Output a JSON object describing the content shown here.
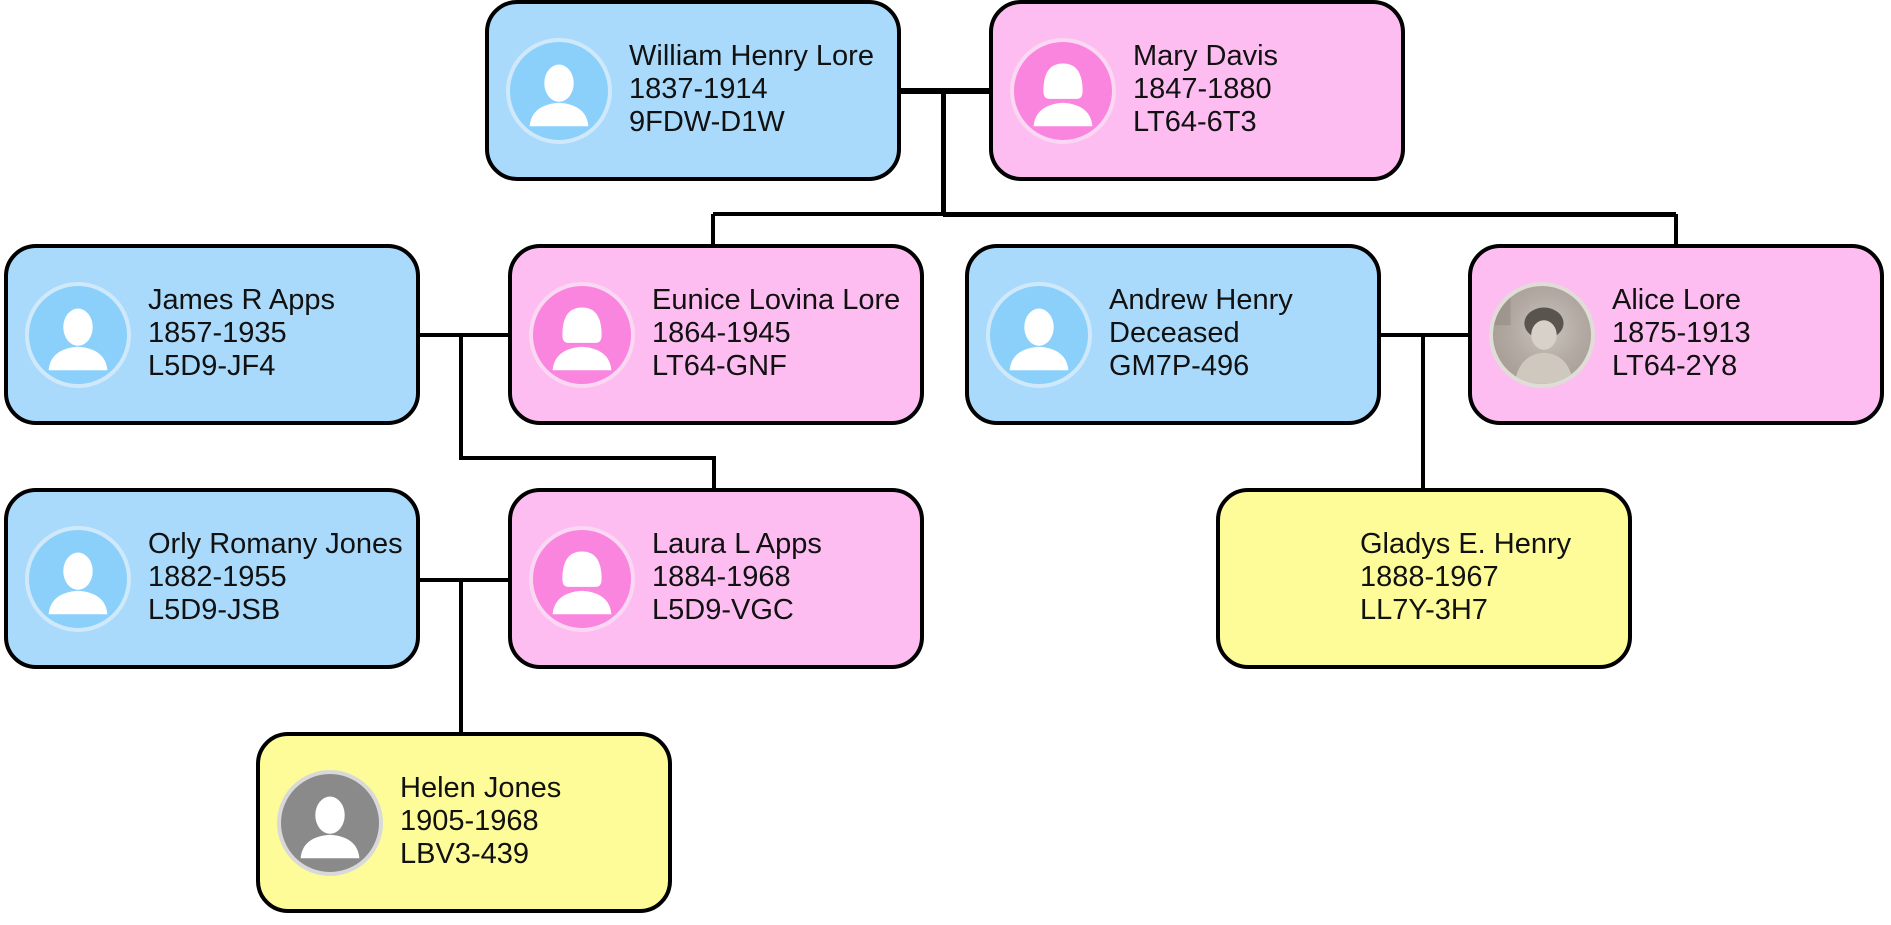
{
  "people": [
    {
      "id": "william",
      "name": "William Henry Lore",
      "line2": "1837-1914",
      "pid": "9FDW-D1W",
      "gender": "male",
      "avatar": "silhouette-male-icon"
    },
    {
      "id": "mary",
      "name": "Mary Davis",
      "line2": "1847-1880",
      "pid": "LT64-6T3",
      "gender": "female",
      "avatar": "silhouette-female-icon"
    },
    {
      "id": "james",
      "name": "James R Apps",
      "line2": "1857-1935",
      "pid": "L5D9-JF4",
      "gender": "male",
      "avatar": "silhouette-male-icon"
    },
    {
      "id": "eunice",
      "name": "Eunice Lovina Lore",
      "line2": "1864-1945",
      "pid": "LT64-GNF",
      "gender": "female",
      "avatar": "silhouette-female-icon"
    },
    {
      "id": "andrew",
      "name": "Andrew Henry",
      "line2": "Deceased",
      "pid": "GM7P-496",
      "gender": "male",
      "avatar": "silhouette-male-icon"
    },
    {
      "id": "alice",
      "name": "Alice Lore",
      "line2": "1875-1913",
      "pid": "LT64-2Y8",
      "gender": "female",
      "avatar": "portrait-photo"
    },
    {
      "id": "orly",
      "name": "Orly Romany Jones",
      "line2": "1882-1955",
      "pid": "L5D9-JSB",
      "gender": "male",
      "avatar": "silhouette-male-icon"
    },
    {
      "id": "laura",
      "name": "Laura L Apps",
      "line2": "1884-1968",
      "pid": "L5D9-VGC",
      "gender": "female",
      "avatar": "silhouette-female-icon"
    },
    {
      "id": "gladys",
      "name": "Gladys E. Henry",
      "line2": "1888-1967",
      "pid": "LL7Y-3H7",
      "gender": "child",
      "avatar": ""
    },
    {
      "id": "helen",
      "name": "Helen Jones",
      "line2": "1905-1968",
      "pid": "LBV3-439",
      "gender": "child",
      "avatar": "silhouette-gray-icon"
    }
  ],
  "colors": {
    "male_card": "#a9dafb",
    "female_card": "#fdbdf1",
    "child_card": "#fdfc98",
    "border": "#000000"
  }
}
